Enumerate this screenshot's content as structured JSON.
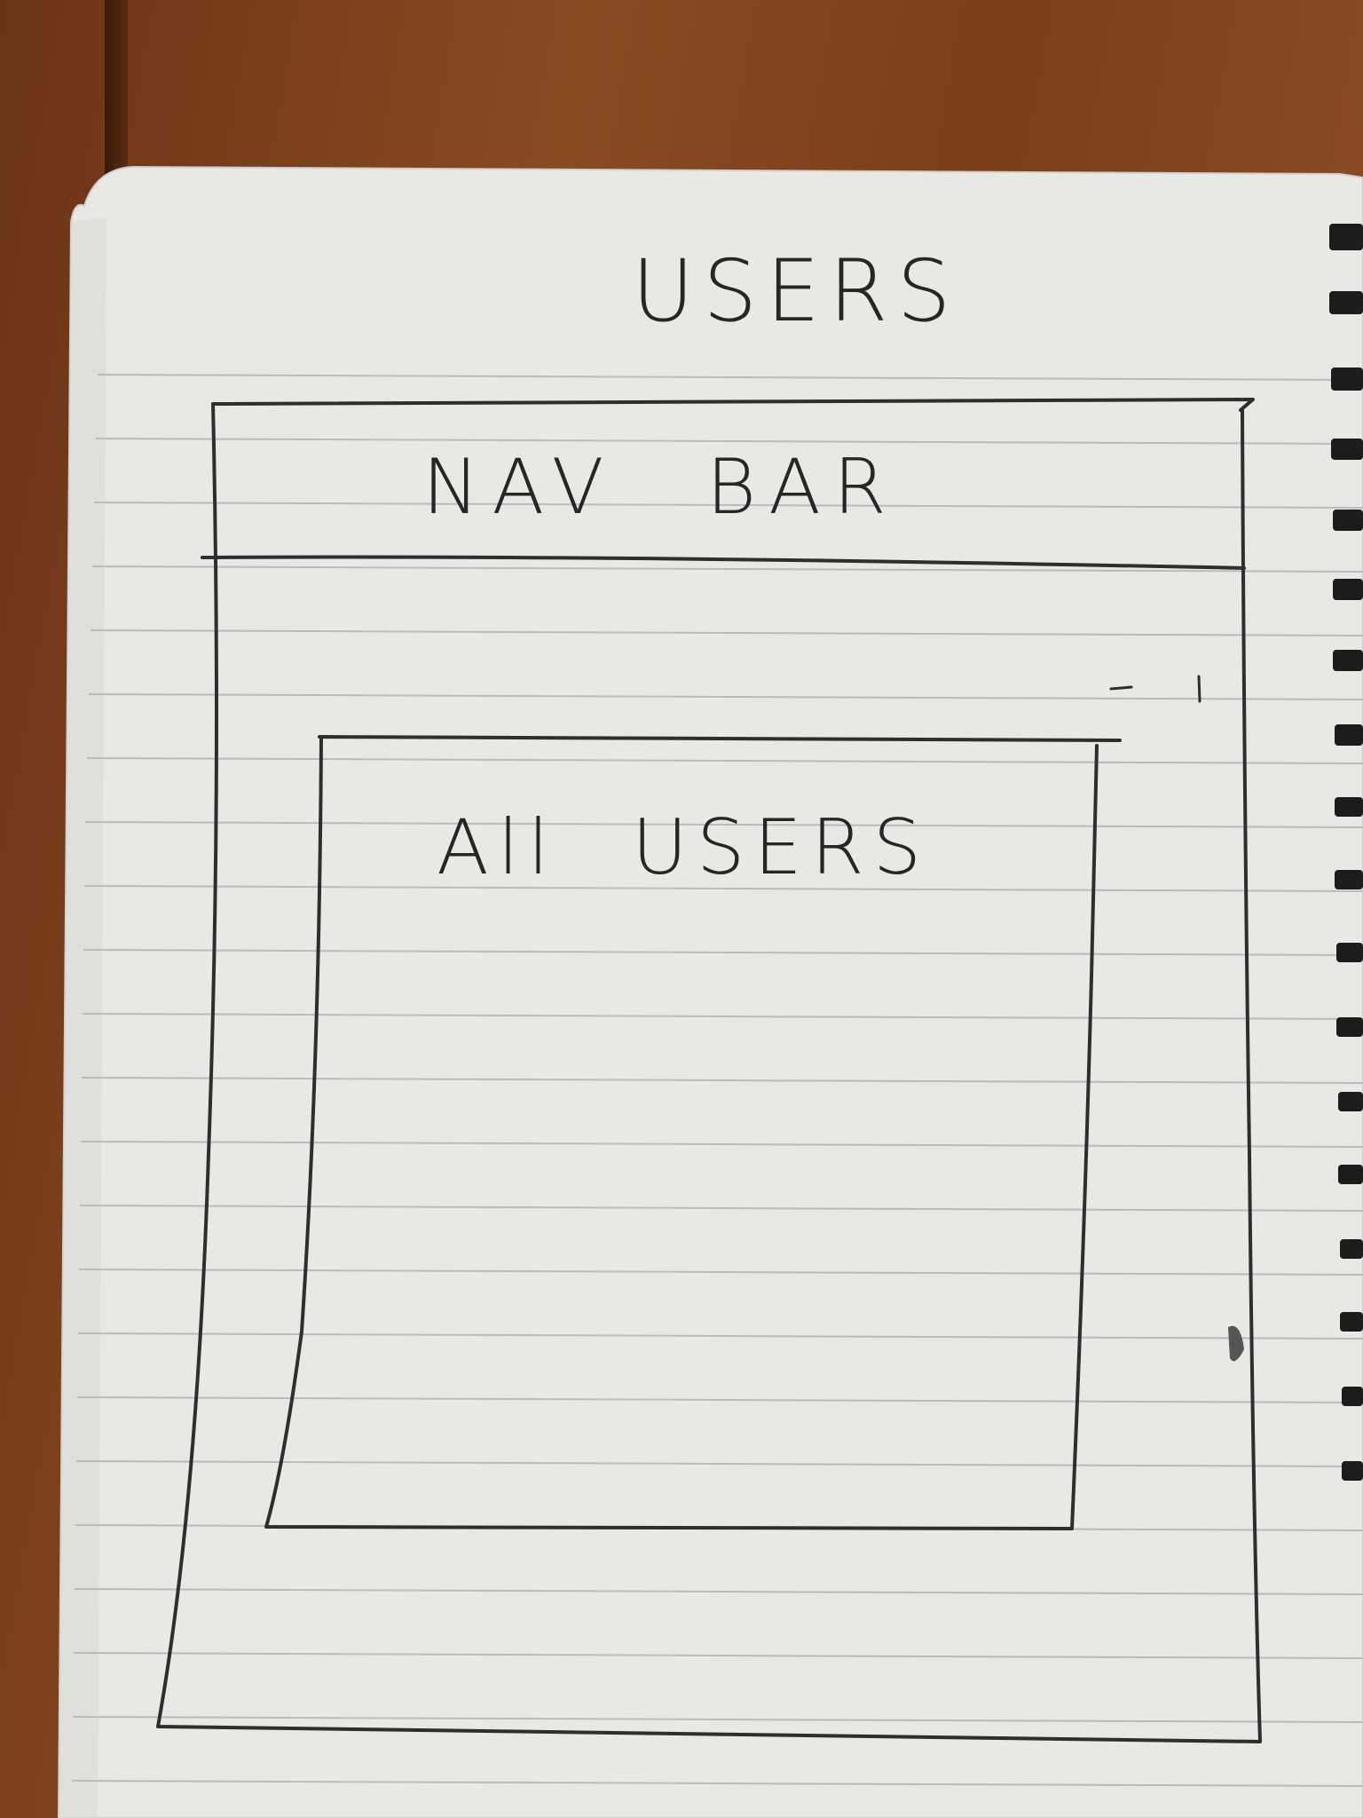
{
  "sketch": {
    "page_title": "USERS",
    "navbar_label": "NAV BAR",
    "panel_label": "All USERS"
  },
  "colors": {
    "paper": "#e9e9e6",
    "rule_line": "#b9bcc3",
    "ink": "#2a2a2a",
    "table": "#7c3d19"
  }
}
